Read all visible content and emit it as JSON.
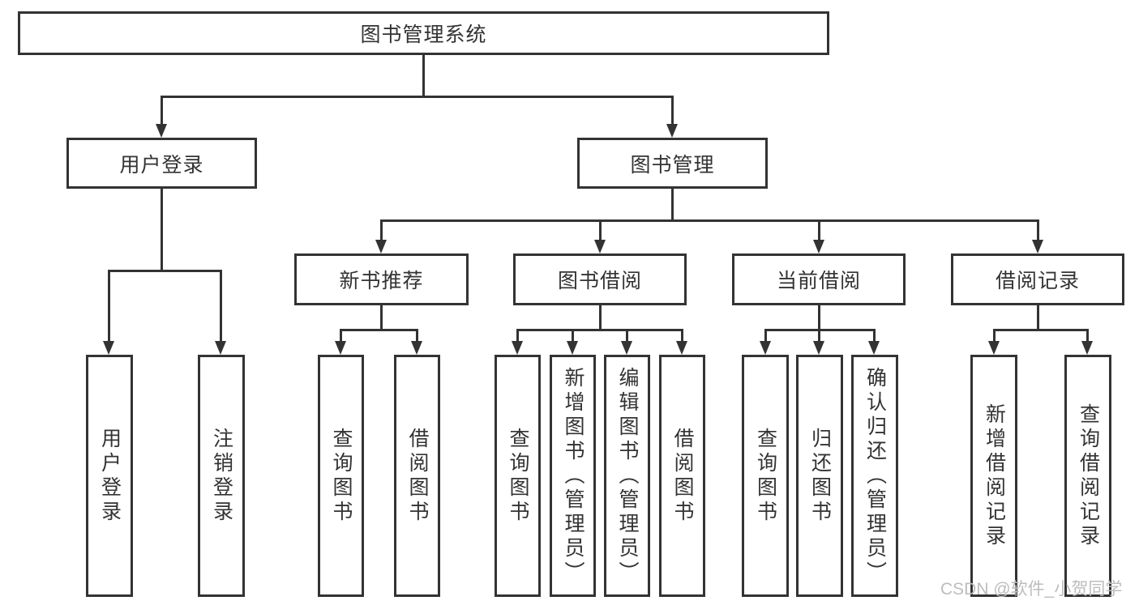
{
  "diagram": {
    "type": "tree",
    "title_box": {
      "label": "图书管理系统"
    },
    "branches": {
      "user_login": {
        "label": "用户登录",
        "children": {
          "login": {
            "label": "用户登录"
          },
          "logout": {
            "label": "注销登录"
          }
        }
      },
      "book_mgmt": {
        "label": "图书管理",
        "children": {
          "new_book_rec": {
            "label": "新书推荐",
            "children": {
              "query_book": {
                "label": "查询图书"
              },
              "borrow_book": {
                "label": "借阅图书"
              }
            }
          },
          "book_borrow": {
            "label": "图书借阅",
            "children": {
              "query_book": {
                "label": "查询图书"
              },
              "add_book": {
                "label": "新增图书（管理员）"
              },
              "edit_book": {
                "label": "编辑图书（管理员）"
              },
              "borrow_book": {
                "label": "借阅图书"
              }
            }
          },
          "current_borrow": {
            "label": "当前借阅",
            "children": {
              "query_book": {
                "label": "查询图书"
              },
              "return_book": {
                "label": "归还图书"
              },
              "confirm_return": {
                "label": "确认归还（管理员）"
              }
            }
          },
          "borrow_record": {
            "label": "借阅记录",
            "children": {
              "add_record": {
                "label": "新增借阅记录"
              },
              "query_record": {
                "label": "查询借阅记录"
              }
            }
          }
        }
      }
    },
    "watermark": {
      "text": "CSDN @软件_小贺同学",
      "color": "#bdbdbd"
    },
    "colors": {
      "line": "#333333",
      "box_border": "#333333",
      "text": "#333333",
      "background": "#ffffff"
    }
  }
}
